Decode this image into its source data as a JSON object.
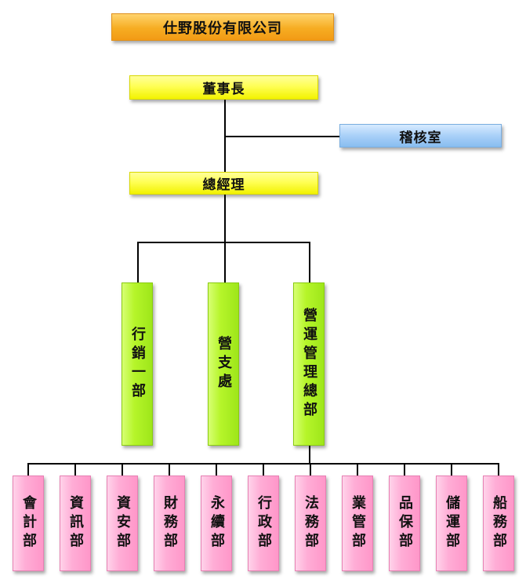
{
  "company": "仕野股份有限公司",
  "chairman": "董事長",
  "audit": "稽核室",
  "gm": "總經理",
  "departments": [
    "行銷一部",
    "營支處",
    "營運管理總部"
  ],
  "sub_departments": [
    "會計部",
    "資訊部",
    "資安部",
    "財務部",
    "永續部",
    "行政部",
    "法務部",
    "業管部",
    "品保部",
    "儲運部",
    "船務部"
  ]
}
